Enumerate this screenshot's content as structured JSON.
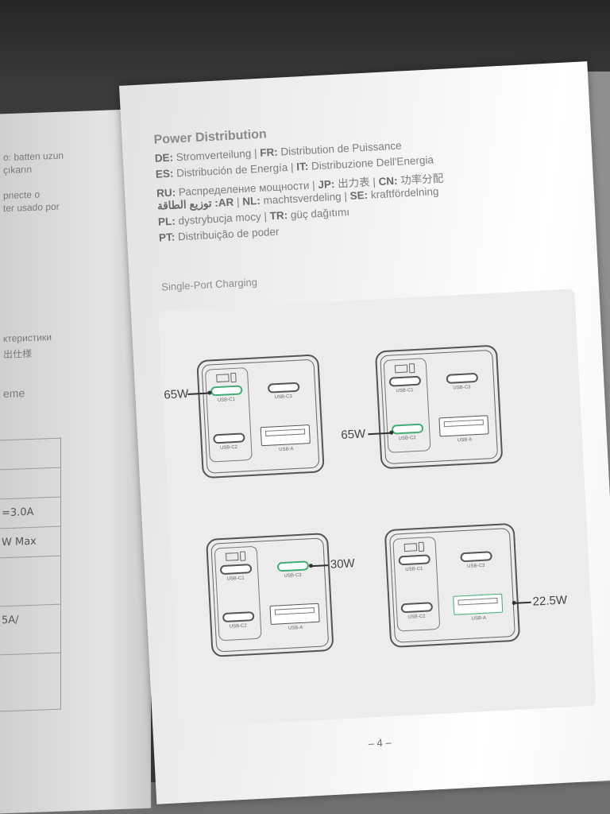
{
  "left_page": {
    "fragments": [
      "o: batten uzun",
      "çıkarın",
      "pnecte o",
      "ter usado por",
      "ктеристики",
      "出仕様",
      "eme"
    ],
    "table_rows": [
      "",
      "",
      "=3.0A",
      "W Max",
      "",
      "5A/",
      ""
    ]
  },
  "page": {
    "title": "Power Distribution",
    "languages": [
      {
        "segments": [
          [
            "DE:",
            " Stromverteilung"
          ],
          [
            "FR:",
            " Distribution de Puissance"
          ]
        ]
      },
      {
        "segments": [
          [
            "ES:",
            " Distribución de Energía"
          ],
          [
            "IT:",
            " Distribuzione Dell'Energia"
          ]
        ]
      },
      {
        "segments": [
          [
            "RU:",
            " Распределение мощности"
          ],
          [
            "JP:",
            " 出力表"
          ],
          [
            "CN:",
            " 功率分配"
          ]
        ]
      },
      {
        "segments": [
          [
            "توزيع الطاقة :AR",
            ""
          ],
          [
            "NL:",
            " machtsverdeling"
          ],
          [
            "SE:",
            " kraftfördelning"
          ]
        ]
      },
      {
        "segments": [
          [
            "PL:",
            " dystrybucja mocy"
          ],
          [
            "TR:",
            " güç dağıtımı"
          ]
        ]
      },
      {
        "segments": [
          [
            "PT:",
            " Distribuição de poder"
          ]
        ]
      }
    ],
    "subtitle": "Single-Port Charging",
    "page_number": "– 4 –"
  },
  "ports": {
    "usb_c1": "USB-C1",
    "usb_c2": "USB-C2",
    "usb_c3": "USB-C3",
    "usb_a": "USB-A"
  },
  "diagrams": [
    {
      "active_port": "USB-C1",
      "wattage": "65W"
    },
    {
      "active_port": "USB-C2",
      "wattage": "65W"
    },
    {
      "active_port": "USB-C3",
      "wattage": "30W"
    },
    {
      "active_port": "USB-A",
      "wattage": "22.5W"
    }
  ],
  "colors": {
    "active_port": "#3fae73",
    "page": "#f1f1f1",
    "text": "#7d7d7d"
  }
}
